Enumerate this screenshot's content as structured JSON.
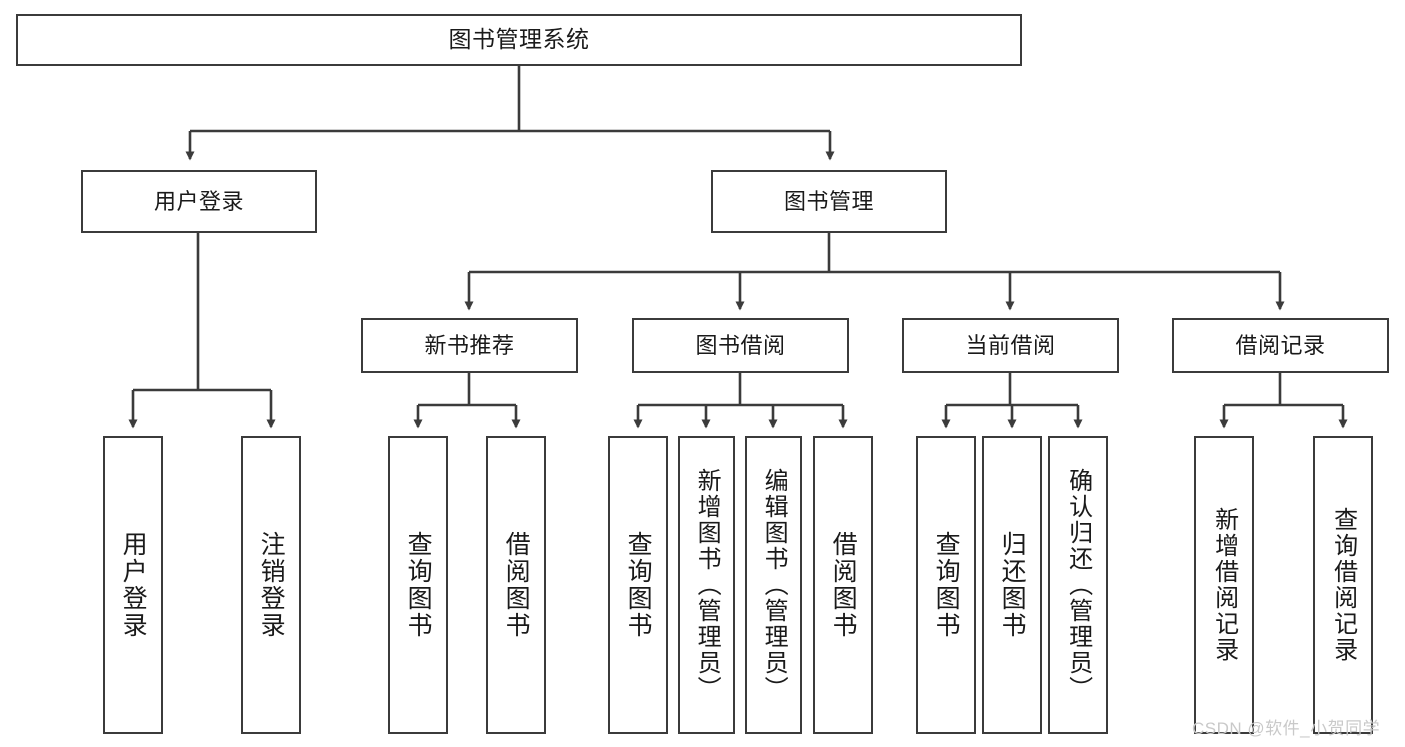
{
  "diagram": {
    "title": "图书管理系统",
    "watermark": "CSDN @软件_小贺同学",
    "line_color": "#3b3b3b",
    "box_fill": "#ffffff",
    "text_color": "#1a1a1a",
    "watermark_color": "#c9c9c9",
    "type": "tree-hierarchy",
    "levels": 4
  },
  "nodes": {
    "root": {
      "label": "图书管理系统"
    },
    "level2": [
      {
        "id": "user-login",
        "label": "用户登录"
      },
      {
        "id": "book-management",
        "label": "图书管理"
      }
    ],
    "level3": [
      {
        "id": "new-book-recommend",
        "label": "新书推荐",
        "parent": "book-management"
      },
      {
        "id": "book-borrow",
        "label": "图书借阅",
        "parent": "book-management"
      },
      {
        "id": "current-borrow",
        "label": "当前借阅",
        "parent": "book-management"
      },
      {
        "id": "borrow-record",
        "label": "借阅记录",
        "parent": "book-management"
      }
    ],
    "leaves": [
      {
        "id": "leaf-user-login",
        "label": "用户登录",
        "parent": "user-login"
      },
      {
        "id": "leaf-user-logout",
        "label": "注销登录",
        "parent": "user-login"
      },
      {
        "id": "leaf-query-book-1",
        "label": "查询图书",
        "parent": "new-book-recommend"
      },
      {
        "id": "leaf-borrow-book-1",
        "label": "借阅图书",
        "parent": "new-book-recommend"
      },
      {
        "id": "leaf-query-book-2",
        "label": "查询图书",
        "parent": "book-borrow"
      },
      {
        "id": "leaf-add-book",
        "label": "新增图书（管理员）",
        "parent": "book-borrow"
      },
      {
        "id": "leaf-edit-book",
        "label": "编辑图书（管理员）",
        "parent": "book-borrow"
      },
      {
        "id": "leaf-borrow-book-2",
        "label": "借阅图书",
        "parent": "book-borrow"
      },
      {
        "id": "leaf-query-book-3",
        "label": "查询图书",
        "parent": "current-borrow"
      },
      {
        "id": "leaf-return-book",
        "label": "归还图书",
        "parent": "current-borrow"
      },
      {
        "id": "leaf-confirm-return",
        "label": "确认归还（管理员）",
        "parent": "current-borrow"
      },
      {
        "id": "leaf-add-record",
        "label": "新增借阅记录",
        "parent": "borrow-record"
      },
      {
        "id": "leaf-query-record",
        "label": "查询借阅记录",
        "parent": "borrow-record"
      }
    ]
  }
}
